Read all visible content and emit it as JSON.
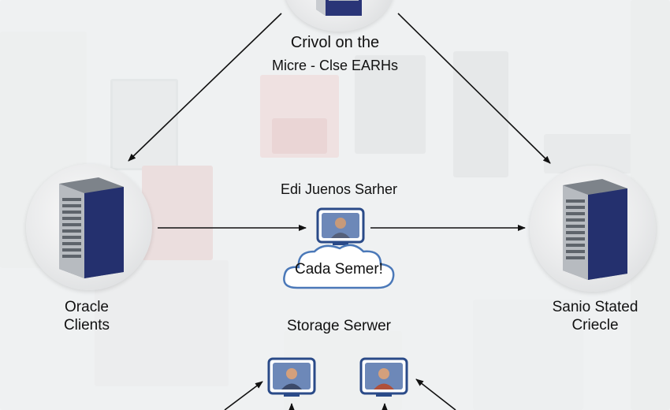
{
  "top_node": {
    "label_line1": "Crivol on the",
    "label_line2": "Micre - Clse EARHs"
  },
  "left_node": {
    "label_line1": "Oracle",
    "label_line2": "Clients"
  },
  "right_node": {
    "label_line1": "Sanio Stated",
    "label_line2": "Criecle"
  },
  "center_node": {
    "heading": "Edi Juenos Sarher",
    "cloud_label": "Cada Semer!"
  },
  "bottom": {
    "heading": "Storage Serwer"
  },
  "colors": {
    "arrow": "#111111",
    "card_border": "#2a4a88",
    "server_panel": "#1f2d6b",
    "cloud_border": "#4a78b8"
  }
}
